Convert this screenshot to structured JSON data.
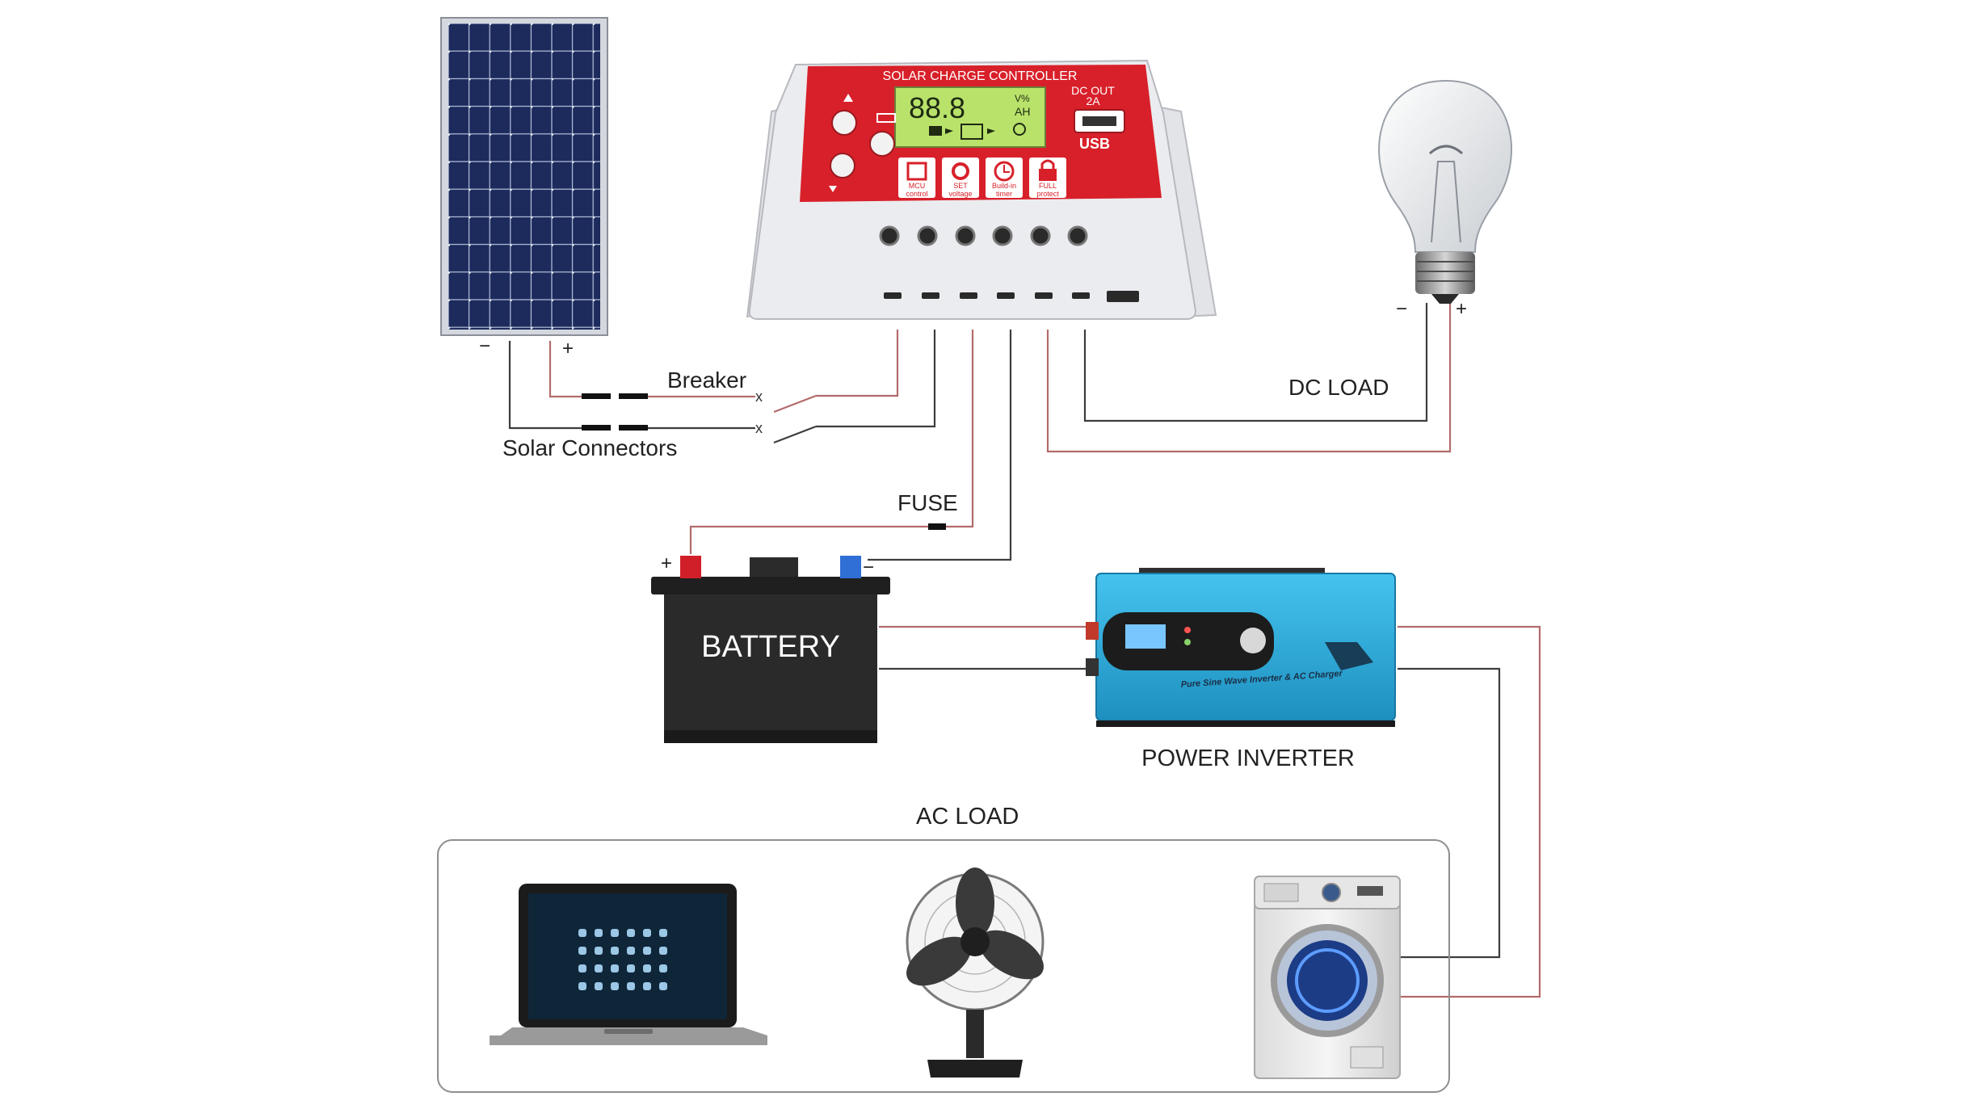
{
  "labels": {
    "breaker": "Breaker",
    "solar_connectors": "Solar Connectors",
    "fuse": "FUSE",
    "dc_load": "DC LOAD",
    "battery": "BATTERY",
    "power_inverter": "POWER INVERTER",
    "ac_load": "AC LOAD",
    "switch_mark": "x"
  },
  "terminals": {
    "plus": "+",
    "minus": "−"
  },
  "controller": {
    "title": "SOLAR CHARGE CONTROLLER",
    "lcd": "88.8",
    "lcd_units_top": "V%",
    "lcd_units_bottom": "AH",
    "dc_out_1": "DC OUT",
    "dc_out_2": "2A",
    "usb": "USB",
    "features": [
      {
        "l1": "MCU",
        "l2": "control"
      },
      {
        "l1": "SET",
        "l2": "voltage"
      },
      {
        "l1": "Build-in",
        "l2": "timer"
      },
      {
        "l1": "FULL",
        "l2": "protect"
      }
    ]
  },
  "inverter": {
    "caption": "Pure Sine Wave Inverter & AC Charger"
  },
  "colors": {
    "wire_red": "#b36b6b",
    "wire_dark": "#3d3d3d",
    "controller_red": "#d8202a",
    "inverter_blue": "#2ea9d6",
    "panel_blue": "#1c2a5c"
  }
}
